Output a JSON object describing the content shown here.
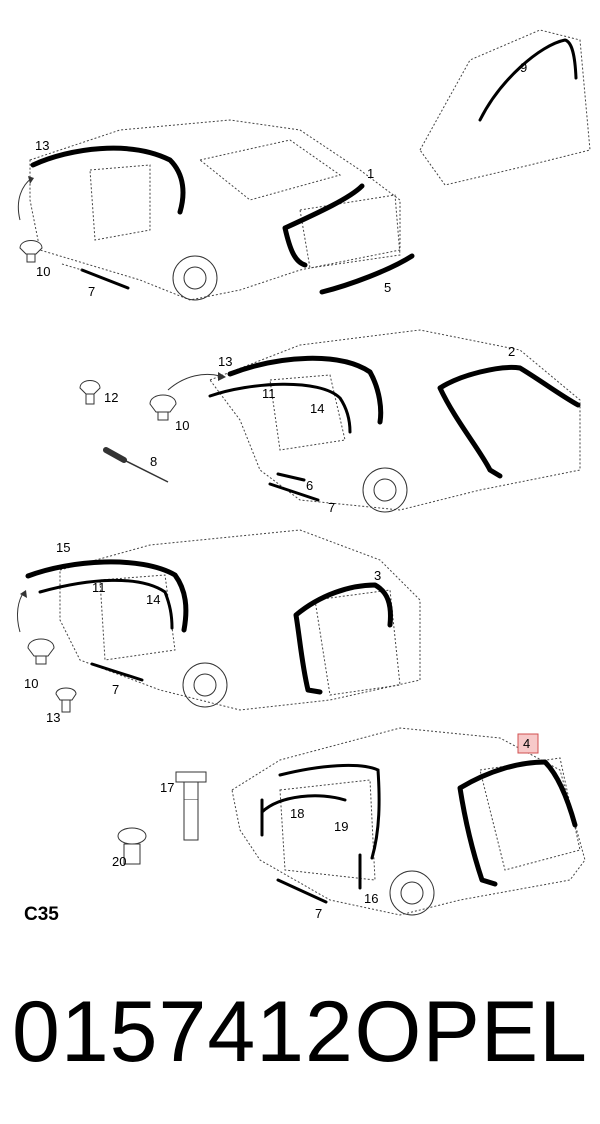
{
  "sheet_code": "C35",
  "part_number": "0157412",
  "brand": "OPEL",
  "highlighted_callout": "4",
  "highlight_color": "#d05050",
  "panels": [
    {
      "callouts": [
        "13",
        "1",
        "9",
        "10",
        "7",
        "5"
      ]
    },
    {
      "callouts": [
        "13",
        "2",
        "12",
        "11",
        "14",
        "10",
        "8",
        "6",
        "7"
      ]
    },
    {
      "callouts": [
        "15",
        "3",
        "11",
        "14",
        "10",
        "7",
        "13"
      ]
    },
    {
      "callouts": [
        "4",
        "17",
        "18",
        "19",
        "20",
        "16",
        "7"
      ]
    }
  ]
}
